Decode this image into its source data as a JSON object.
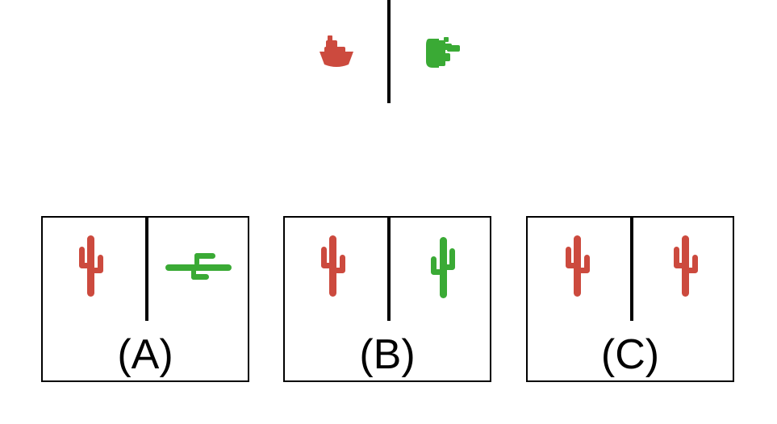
{
  "puzzle": {
    "top": {
      "left_shape": {
        "icon": "boat-icon",
        "color": "#cc4a3e"
      },
      "right_shape": {
        "icon": "cactus-rotated-icon",
        "color": "#3aaa35"
      }
    },
    "options": [
      {
        "label": "(A)",
        "left_shape": {
          "icon": "cactus-icon",
          "color": "#cc4a3e"
        },
        "right_shape": {
          "icon": "cactus-horizontal-icon",
          "color": "#3aaa35"
        }
      },
      {
        "label": "(B)",
        "left_shape": {
          "icon": "cactus-icon",
          "color": "#cc4a3e"
        },
        "right_shape": {
          "icon": "cactus-mirrored-icon",
          "color": "#3aaa35"
        }
      },
      {
        "label": "(C)",
        "left_shape": {
          "icon": "cactus-icon",
          "color": "#cc4a3e"
        },
        "right_shape": {
          "icon": "cactus-icon",
          "color": "#cc4a3e"
        }
      }
    ]
  }
}
